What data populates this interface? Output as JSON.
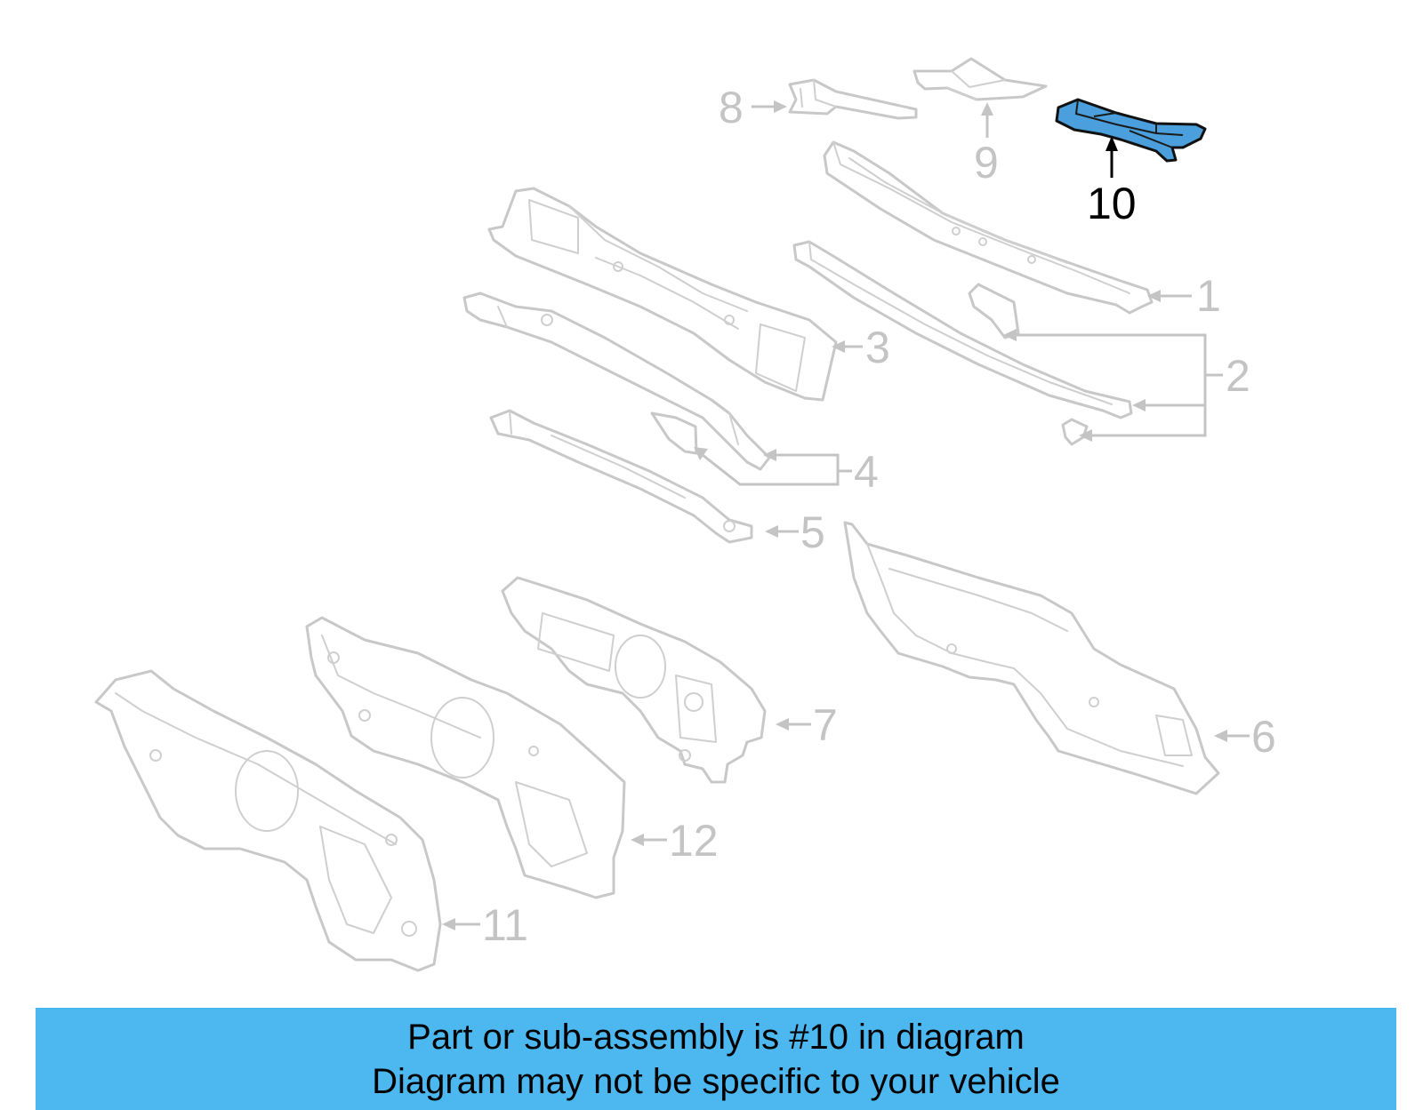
{
  "callouts": {
    "c1": "1",
    "c2": "2",
    "c3": "3",
    "c4": "4",
    "c5": "5",
    "c6": "6",
    "c7": "7",
    "c8": "8",
    "c9": "9",
    "c10": "10",
    "c11": "11",
    "c12": "12"
  },
  "highlighted_part": "10",
  "colors": {
    "highlight_fill": "#4a9fdc",
    "banner_background": "#4db8f0",
    "ghost_lines": "#c8c8c8"
  },
  "caption": {
    "line1": "Part or sub-assembly is #10 in diagram",
    "line2": "Diagram may not be specific to your vehicle"
  }
}
